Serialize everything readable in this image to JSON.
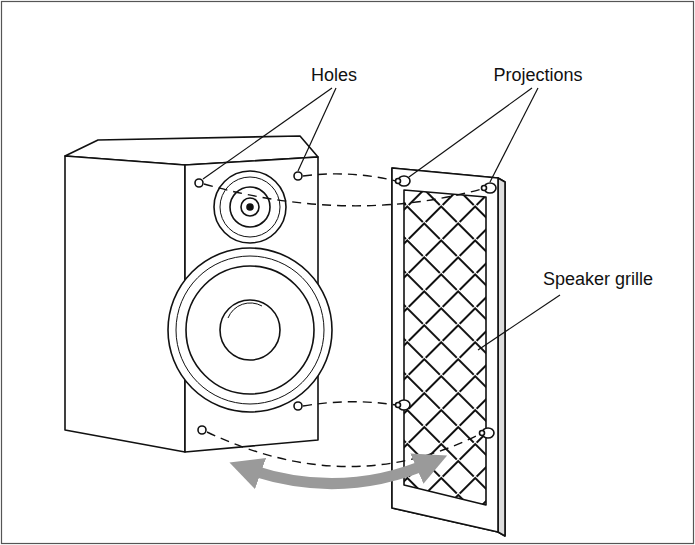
{
  "diagram": {
    "labels": [
      "Holes",
      "Projections",
      "Speaker grille"
    ]
  }
}
